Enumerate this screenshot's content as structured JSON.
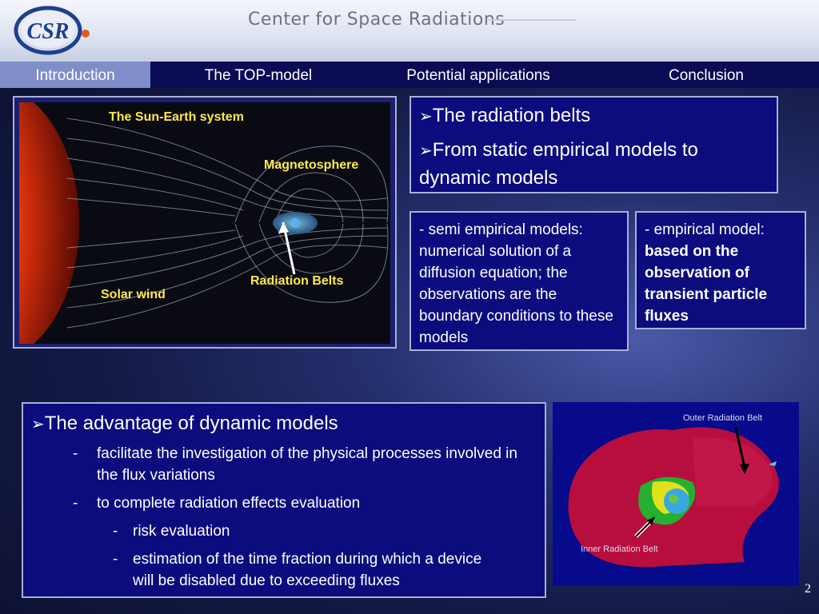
{
  "header": {
    "title": "Center for Space Radiations",
    "logo_text": "CSR"
  },
  "nav": {
    "tabs": [
      {
        "label": "Introduction",
        "active": true
      },
      {
        "label": "The TOP-model",
        "active": false
      },
      {
        "label": "Potential applications",
        "active": false
      },
      {
        "label": "Conclusion",
        "active": false
      }
    ]
  },
  "figure1": {
    "title": "The Sun-Earth system",
    "label_magnetosphere": "Magnetosphere",
    "label_radiation_belts": "Radiation Belts",
    "label_solar_wind": "Solar wind"
  },
  "box_topics": {
    "bullet_symbol": "➢",
    "item1": "The radiation belts",
    "item2": "From static empirical models to dynamic models"
  },
  "box_semi": {
    "text": "-  semi empirical models: numerical solution of a diffusion equation; the observations are the boundary conditions to these models"
  },
  "box_empirical": {
    "prefix": "- empirical model: ",
    "bold": "based on the observation of transient particle fluxes"
  },
  "box_advantage": {
    "title": "The advantage of dynamic models",
    "dash": "-",
    "items": [
      "facilitate the investigation of the physical processes involved in the flux variations",
      "to complete radiation effects evaluation"
    ],
    "subitems": [
      "risk evaluation",
      "estimation of the time fraction during which a device will be disabled due to exceeding  fluxes"
    ]
  },
  "figure2": {
    "label_outer": "Outer Radiation Belt",
    "label_inner": "Inner Radiation Belt"
  },
  "page": {
    "number": "2"
  },
  "colors": {
    "nav_bg": "#0b0b55",
    "tab_active": "#7f8ec9",
    "box_bg": "#0c0c7e",
    "label_yellow": "#ffe94a"
  }
}
